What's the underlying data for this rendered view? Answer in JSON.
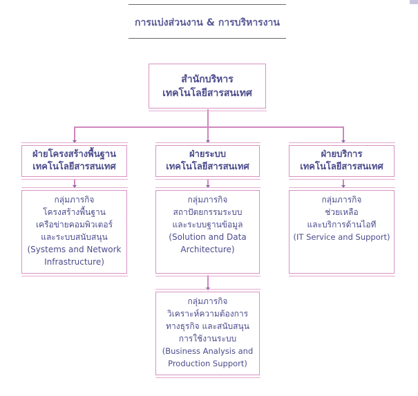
{
  "title": "การแบ่งส่วนงาน & การบริหารงาน",
  "root": {
    "lines": [
      "สำนักบริหาร",
      "เทคโนโลยีสารสนเทศ"
    ]
  },
  "departments": [
    {
      "lines": [
        "ฝ่ายโครงสร้างพื้นฐาน",
        "เทคโนโลยีสารสนเทศ"
      ]
    },
    {
      "lines": [
        "ฝ่ายระบบ",
        "เทคโนโลยีสารสนเทศ"
      ]
    },
    {
      "lines": [
        "ฝ่ายบริการ",
        "เทคโนโลยีสารสนเทศ"
      ]
    }
  ],
  "groups": [
    {
      "lines": [
        "กลุ่มภารกิจ",
        "โครงสร้างพื้นฐาน",
        "เครือข่ายคอมพิวเตอร์",
        "และระบบสนับสนุน",
        "(Systems and Network",
        "Infrastructure)"
      ]
    },
    {
      "lines": [
        "กลุ่มภารกิจ",
        "สถาปัตยกรรมระบบ",
        "และระบบฐานข้อมูล",
        "(Solution and Data",
        "Architecture)"
      ]
    },
    {
      "lines": [
        "กลุ่มภารกิจ",
        "ช่วยเหลือ",
        "และบริการด้านไอที",
        "(IT Service and Support)"
      ]
    },
    {
      "lines": [
        "กลุ่มภารกิจ",
        "วิเคราะห์ความต้องการ",
        "ทางธุรกิจ และสนับสนุน",
        "การใช้งานระบบ",
        "(Business Analysis and",
        "Production Support)"
      ]
    }
  ],
  "colors": {
    "text": "#4b4b8c",
    "border": "#d791c2",
    "connector": "#cf86bb"
  }
}
